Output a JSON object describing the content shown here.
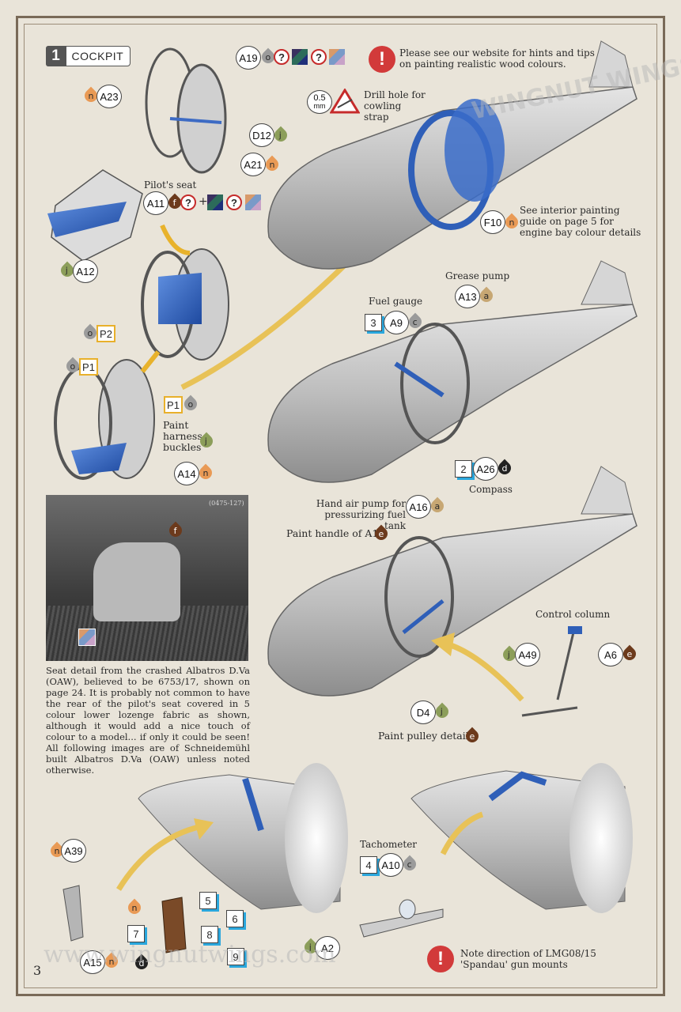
{
  "step": {
    "number": "1",
    "title": "COCKPIT"
  },
  "notes": {
    "website": "Please see our website for hints and tips on painting realistic wood colours.",
    "drill": "Drill hole for cowling strap",
    "drill_size": "0.5",
    "drill_unit": "mm",
    "pilot_seat": "Pilot's seat",
    "harness": "Paint harness buckles",
    "interior": "See interior painting guide on page 5 for engine bay colour details",
    "grease_pump": "Grease pump",
    "fuel_gauge": "Fuel gauge",
    "hand_air_pump": "Hand air pump for pressurizing fuel tank",
    "compass": "Compass",
    "paint_a16": "Paint handle of A16",
    "control_column": "Control column",
    "paint_pulley": "Paint pulley detail",
    "tachometer": "Tachometer",
    "spandau": "Note direction of LMG08/15 'Spandau' gun mounts",
    "photo_ref": "(0475-127)",
    "caption": "Seat detail from the crashed Albatros D.Va (OAW), believed to be 6753/17, shown on page 24. It is probably not common to have the rear of the pilot's seat covered in 5 colour lower lozenge fabric as shown, although it would add a nice touch of colour to a model... if only it could be seen! All following images are of Schneidemühl built Albatros D.Va (OAW) unless noted otherwise."
  },
  "parts": {
    "a19": "A19",
    "a23": "A23",
    "d12": "D12",
    "a21": "A21",
    "a11": "A11",
    "a12": "A12",
    "f10": "F10",
    "a13": "A13",
    "a9": "A9",
    "a26": "A26",
    "a16": "A16",
    "a14": "A14",
    "p1": "P1",
    "p2": "P2",
    "a49": "A49",
    "a6": "A6",
    "d4": "D4",
    "a39": "A39",
    "a15": "A15",
    "a10": "A10",
    "a2": "A2"
  },
  "paints": {
    "o": "o",
    "n": "n",
    "j": "j",
    "f": "f",
    "a": "a",
    "c": "c",
    "d": "d",
    "e": "e"
  },
  "symbols": {
    "q": "?",
    "plus": "+",
    "excl": "!"
  },
  "steps": {
    "s2": "2",
    "s3": "3",
    "s4": "4",
    "s5": "5",
    "s6": "6",
    "s7": "7",
    "s8": "8",
    "s9": "9"
  },
  "footer": {
    "page": "3",
    "url": "www.wingnutwings.com"
  },
  "watermark": "WINGNUT WINGS",
  "colors": {
    "orange": "#e99a55",
    "green": "#8c9e5a",
    "grey": "#9b9b9b",
    "tan": "#c7a773",
    "brown": "#6c3a1c",
    "black": "#222222",
    "blue": "#2f5fb8",
    "red": "#c62b2b",
    "cyan": "#2aa7dd"
  }
}
